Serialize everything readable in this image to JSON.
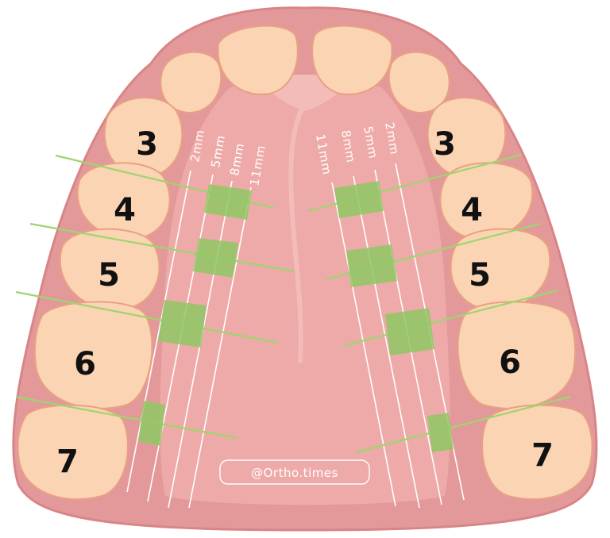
{
  "colors": {
    "gum": "#e3999a",
    "gum_edge": "#d98487",
    "palate": "#eeaaa8",
    "palate_light": "#f3bcb9",
    "tooth": "#fbd4b4",
    "tooth_shadow": "#f3b893",
    "tooth_edge": "#e9a182",
    "line": "#ffffff",
    "insertion_line": "#9ed56e",
    "insertion_box": "#8fc865",
    "number": "#111111"
  },
  "left_side": {
    "teeth": [
      "3",
      "4",
      "5",
      "6",
      "7"
    ],
    "depth_labels": [
      "2mm",
      "5mm",
      "8mm",
      "11mm"
    ]
  },
  "right_side": {
    "teeth": [
      "3",
      "4",
      "5",
      "6",
      "7"
    ],
    "depth_labels": [
      "11mm",
      "8mm",
      "5mm",
      "2mm"
    ]
  },
  "watermark": "@Ortho.times"
}
